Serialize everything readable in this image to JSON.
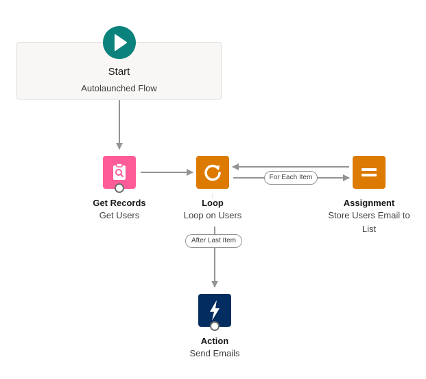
{
  "start": {
    "title": "Start",
    "subtitle": "Autolaunched Flow",
    "icon": "play-icon",
    "color": "#0b827c"
  },
  "nodes": {
    "get_records": {
      "title": "Get Records",
      "subtitle": "Get Users",
      "icon": "clipboard-search-icon",
      "color": "#fe5c98"
    },
    "loop": {
      "title": "Loop",
      "subtitle": "Loop on Users",
      "icon": "loop-icon",
      "color": "#dd7a01"
    },
    "assignment": {
      "title": "Assignment",
      "subtitle_line1": "Store Users Email to",
      "subtitle_line2": "List",
      "icon": "equals-icon",
      "color": "#dd7a01"
    },
    "action": {
      "title": "Action",
      "subtitle": "Send Emails",
      "icon": "lightning-icon",
      "color": "#032d60"
    }
  },
  "connectors": {
    "for_each_label": "For Each Item",
    "after_last_label": "After Last Item",
    "line_color": "#939393"
  }
}
